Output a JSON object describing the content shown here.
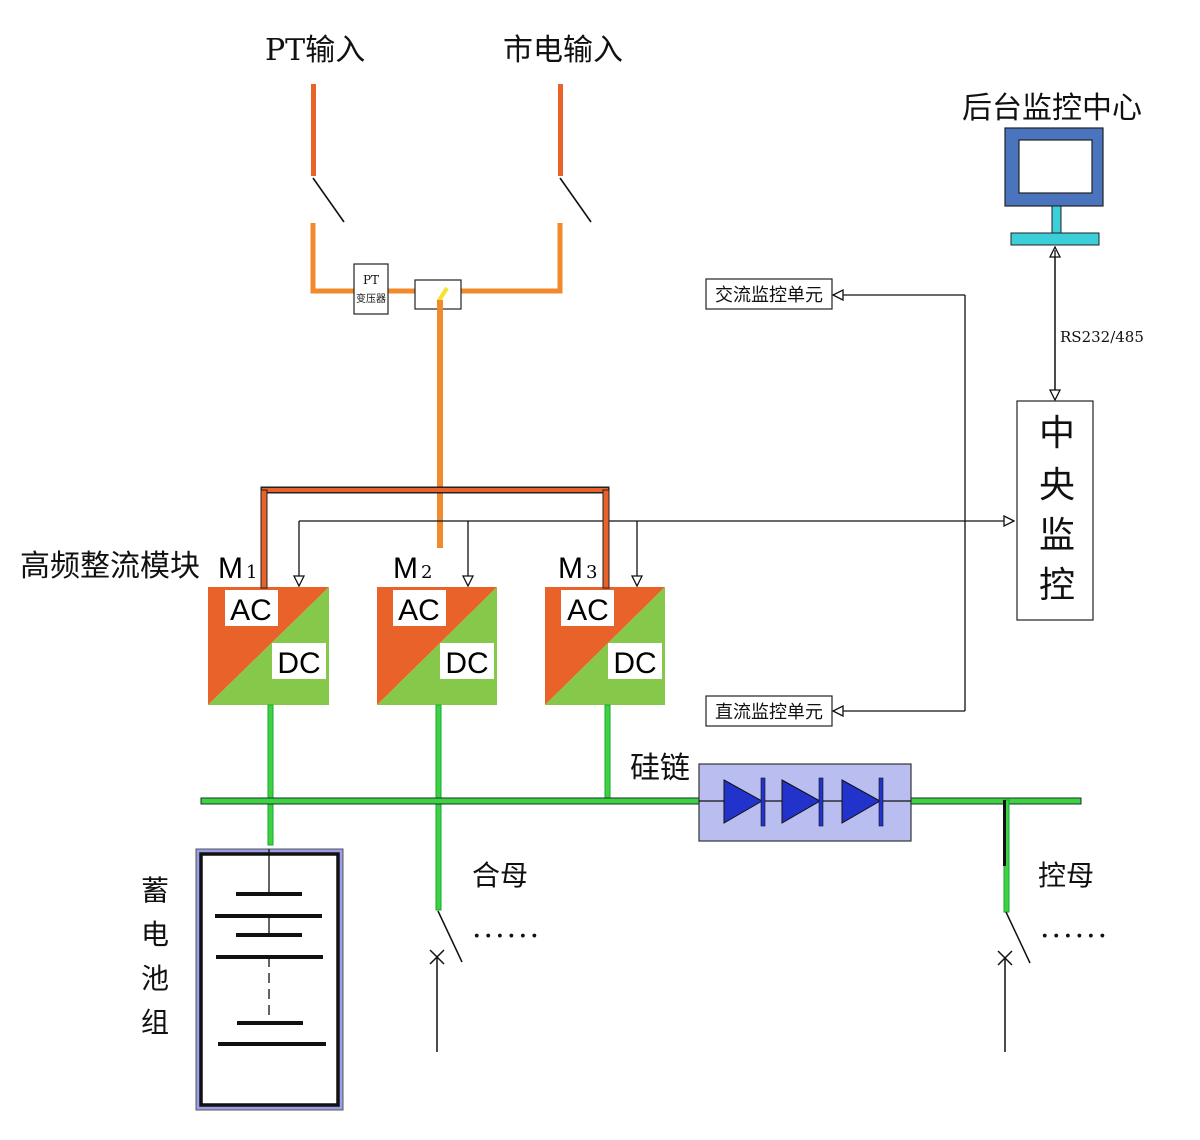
{
  "title": "高频开关直流电源系统原理图",
  "inputs": {
    "pt_input": "PT输入",
    "mains_input": "市电输入",
    "pt_transformer_line1": "PT",
    "pt_transformer_line2": "变压器"
  },
  "monitoring": {
    "backend_center": "后台监控中心",
    "protocol": "RS232/485",
    "central_monitor_chars": [
      "中",
      "央",
      "监",
      "控"
    ],
    "ac_monitor_unit": "交流监控单元",
    "dc_monitor_unit": "直流监控单元"
  },
  "rectifier": {
    "group_label": "高频整流模块",
    "modules": [
      {
        "name": "M",
        "sub": "1",
        "ac": "AC",
        "dc": "DC"
      },
      {
        "name": "M",
        "sub": "2",
        "ac": "AC",
        "dc": "DC"
      },
      {
        "name": "M",
        "sub": "3",
        "ac": "AC",
        "dc": "DC"
      }
    ]
  },
  "dc_bus": {
    "silicon_chain": "硅链",
    "closing_bus": "合母",
    "control_bus": "控母",
    "ellipsis": "······",
    "diode_count": 3
  },
  "battery": {
    "label_chars": [
      "蓄",
      "电",
      "池",
      "组"
    ]
  },
  "colors": {
    "ac_orange": "#e8622a",
    "feed_orange": "#f08a2c",
    "dc_green": "#86c94a",
    "bus_green": "#3fd13f",
    "monitor_blue": "#4a74bd",
    "stand_cyan": "#3ccfd9",
    "diode_fill": "#b9bdf0",
    "diode_blue": "#2233cc"
  }
}
